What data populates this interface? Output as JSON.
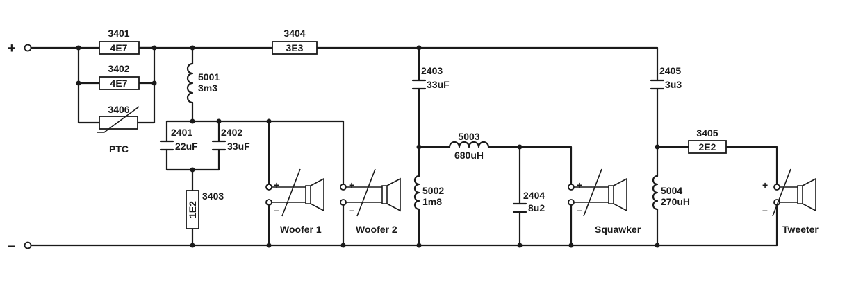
{
  "terminals": {
    "plus": "+",
    "minus": "–"
  },
  "resistors": {
    "r3401": {
      "ref": "3401",
      "value": "4E7"
    },
    "r3402": {
      "ref": "3402",
      "value": "4E7"
    },
    "r3406": {
      "ref": "3406",
      "label": "PTC"
    },
    "r3404": {
      "ref": "3404",
      "value": "3E3"
    },
    "r3403": {
      "ref": "3403",
      "value": "1E2"
    },
    "r3405": {
      "ref": "3405",
      "value": "2E2"
    }
  },
  "inductors": {
    "l5001": {
      "ref": "5001",
      "value": "3m3"
    },
    "l5003": {
      "ref": "5003",
      "value": "680uH"
    },
    "l5002": {
      "ref": "5002",
      "value": "1m8"
    },
    "l5004": {
      "ref": "5004",
      "value": "270uH"
    }
  },
  "capacitors": {
    "c2401": {
      "ref": "2401",
      "value": "22uF"
    },
    "c2402": {
      "ref": "2402",
      "value": "33uF"
    },
    "c2403": {
      "ref": "2403",
      "value": "33uF"
    },
    "c2404": {
      "ref": "2404",
      "value": "8u2"
    },
    "c2405": {
      "ref": "2405",
      "value": "3u3"
    }
  },
  "speakers": {
    "woofer1": {
      "label": "Woofer 1",
      "plus": "+",
      "minus": "–"
    },
    "woofer2": {
      "label": "Woofer 2",
      "plus": "+",
      "minus": "–"
    },
    "squawker": {
      "label": "Squawker",
      "plus": "+",
      "minus": "–"
    },
    "tweeter": {
      "label": "Tweeter",
      "plus": "+",
      "minus": "–"
    }
  }
}
